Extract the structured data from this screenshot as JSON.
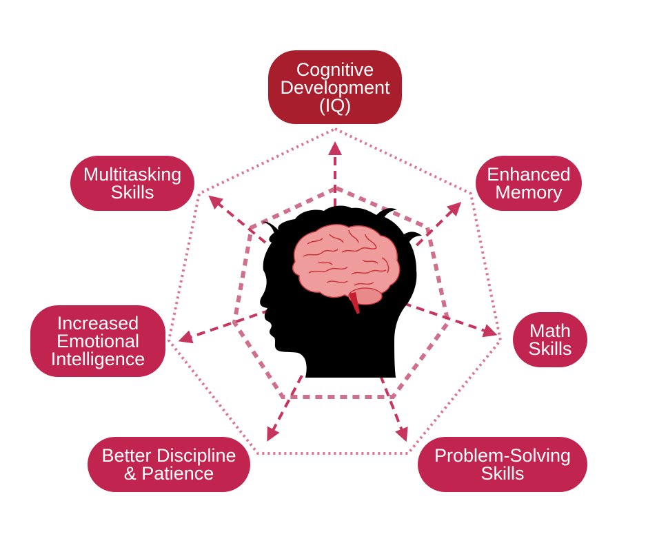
{
  "colors": {
    "top_node": "#a81e2c",
    "node": "#c0244f",
    "arrow": "#c7355e",
    "dotted_outline": "#dc7495",
    "dashed_inner": "#cf6f8c",
    "silhouette": "#000000",
    "brain": "#ef9c9c",
    "brain_fold": "#c9393f",
    "brain_stem": "#c41f2e"
  },
  "icons": {
    "head": "child-head-silhouette-icon",
    "brain": "brain-icon"
  },
  "nodes": {
    "cognitive": "Cognitive\nDevelopment\n(IQ)",
    "memory": "Enhanced\nMemory",
    "math": "Math\nSkills",
    "problem": "Problem-Solving\nSkills",
    "discipline": "Better Discipline\n& Patience",
    "emotional": "Increased\nEmotional\nIntelligence",
    "multitasking": "Multitasking\nSkills"
  }
}
